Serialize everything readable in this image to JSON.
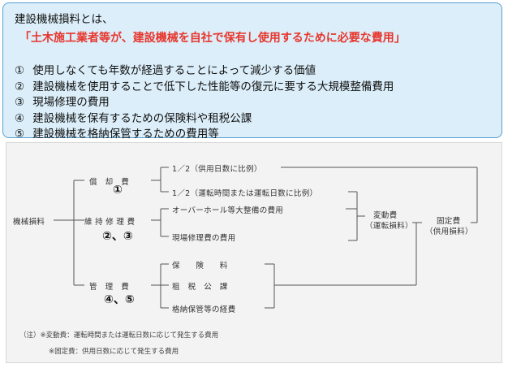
{
  "intro": "建設機械損料とは、",
  "headline": "「土木施工業者等が、建設機械を自社で保有し使用するために必要な費用」",
  "list": [
    {
      "num": "①",
      "text": "使用しなくても年数が経過することによって減少する価値"
    },
    {
      "num": "②",
      "text": "建設機械を使用することで低下した性能等の復元に要する大規模整備費用"
    },
    {
      "num": "③",
      "text": "現場修理の費用"
    },
    {
      "num": "④",
      "text": "建設機械を保有するための保険料や租税公課"
    },
    {
      "num": "⑤",
      "text": "建設機械を格納保管するための費用等"
    }
  ],
  "diagram": {
    "root": "機械損料",
    "depreciation": "償　却　費",
    "depreciation_ref": "①",
    "dep_item1": "1／2（供用日数に比例）",
    "dep_item2": "1／2（運転時間または運転日数に比例）",
    "maintenance": "維 持 修 理 費",
    "maintenance_ref": "②、③",
    "maint_item1": "オーバーホール等大整備の費用",
    "maint_item2": "現場修理費の費用",
    "management": "管　理　費",
    "management_ref": "④、⑤",
    "mgmt_item1": "保　　険　　料",
    "mgmt_item2": "租　税　公　課",
    "mgmt_item3": "格納保管等の経費",
    "variable_cost": "変動費",
    "variable_cost_sub": "（運転損料）",
    "fixed_cost": "固定費",
    "fixed_cost_sub": "（供用損料）",
    "note1": "（注）※変動費：運転時間または運転日数に応じて発生する費用",
    "note2": "※固定費：供用日数に応じて発生する費用"
  }
}
